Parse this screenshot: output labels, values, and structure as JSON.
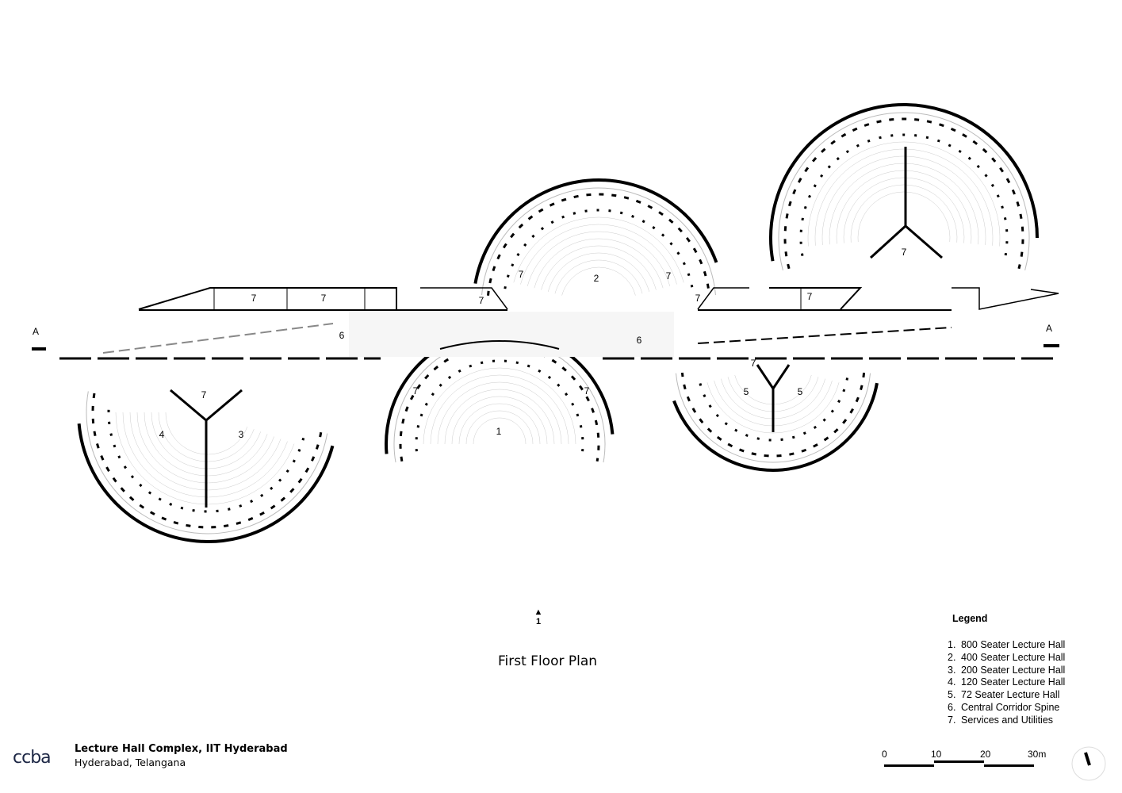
{
  "drawing": {
    "title": "First Floor Plan",
    "north_label": "1",
    "section_marks": [
      "A",
      "A"
    ],
    "room_labels": {
      "hall1": "1",
      "hall2": "2",
      "hall3": "3",
      "hall4": "4",
      "hall5a": "5",
      "hall5b": "5",
      "corridor_left": "6",
      "corridor_right": "6",
      "service": "7"
    }
  },
  "legend": {
    "heading": "Legend",
    "items": [
      {
        "num": "1.",
        "label": "800 Seater Lecture Hall"
      },
      {
        "num": "2.",
        "label": "400 Seater Lecture Hall"
      },
      {
        "num": "3.",
        "label": "200 Seater Lecture Hall"
      },
      {
        "num": "4.",
        "label": "120 Seater Lecture Hall"
      },
      {
        "num": "5.",
        "label": "72 Seater Lecture Hall"
      },
      {
        "num": "6.",
        "label": "Central Corridor Spine"
      },
      {
        "num": "7.",
        "label": "Services and Utilities"
      }
    ]
  },
  "scale_bar": {
    "ticks": [
      "0",
      "10",
      "20",
      "30m"
    ]
  },
  "title_block": {
    "logo": "ccba",
    "project": "Lecture Hall Complex, IIT Hyderabad",
    "location": "Hyderabad, Telangana"
  }
}
